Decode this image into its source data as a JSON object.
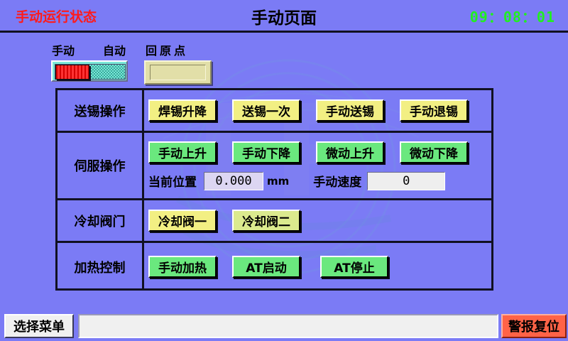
{
  "header": {
    "status_text": "手动运行状态",
    "page_title": "手动页面",
    "clock": "09：08：01",
    "status_color": "#ff1a1a",
    "clock_color": "#22ee22"
  },
  "mode_switch": {
    "label_manual": "手动",
    "label_auto": "自动",
    "selected": "手动",
    "knob_color": "#ee0000",
    "track_color": "#7ae8d8"
  },
  "home": {
    "label": "回原点",
    "button_color": "#e2dfa8"
  },
  "rows": [
    {
      "key": "feed",
      "label": "送锡操作",
      "buttons": [
        {
          "label": "焊锡升降",
          "style": "yellow"
        },
        {
          "label": "送锡一次",
          "style": "yellow"
        },
        {
          "label": "手动送锡",
          "style": "yellow"
        },
        {
          "label": "手动退锡",
          "style": "yellow"
        }
      ]
    },
    {
      "key": "servo",
      "label": "伺服操作",
      "buttons": [
        {
          "label": "手动上升",
          "style": "green"
        },
        {
          "label": "手动下降",
          "style": "green"
        },
        {
          "label": "微动上升",
          "style": "green"
        },
        {
          "label": "微动下降",
          "style": "green"
        }
      ],
      "fields": {
        "position_label": "当前位置",
        "position_value": "0.000",
        "position_unit": "mm",
        "speed_label": "手动速度",
        "speed_value": "0"
      }
    },
    {
      "key": "valve",
      "label": "冷却阀门",
      "buttons": [
        {
          "label": "冷却阀一",
          "style": "yellow"
        },
        {
          "label": "冷却阀二",
          "style": "yellowgreen"
        }
      ]
    },
    {
      "key": "heat",
      "label": "加热控制",
      "buttons": [
        {
          "label": "手动加热",
          "style": "green"
        },
        {
          "label": "AT启动",
          "style": "green"
        },
        {
          "label": "AT停止",
          "style": "green"
        }
      ]
    }
  ],
  "bottom": {
    "menu_label": "选择菜单",
    "message_value": "",
    "alarm_reset_label": "警报复位",
    "alarm_color": "#ff6347"
  },
  "colors": {
    "background": "#7b7bf5",
    "border": "#111122",
    "yellow_button": "#f2ef83",
    "green_button": "#6ae87e",
    "yellowgreen_button": "#dbea8e"
  }
}
